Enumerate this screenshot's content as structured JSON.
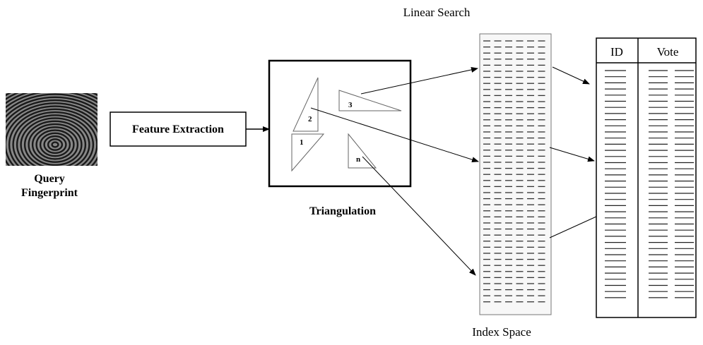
{
  "query": {
    "label_line1": "Query",
    "label_line2": "Fingerprint"
  },
  "feature_extraction": {
    "label": "Feature Extraction"
  },
  "triangulation": {
    "caption": "Triangulation",
    "triangle_labels": [
      "2",
      "3",
      "1",
      "n"
    ]
  },
  "index_space": {
    "title": "Linear Search",
    "caption": "Index Space"
  },
  "vote_table": {
    "id_header": "ID",
    "vote_header": "Vote"
  },
  "colors": {
    "stroke": "#000000",
    "background": "#ffffff",
    "index_fill": "#f7f7f7"
  }
}
